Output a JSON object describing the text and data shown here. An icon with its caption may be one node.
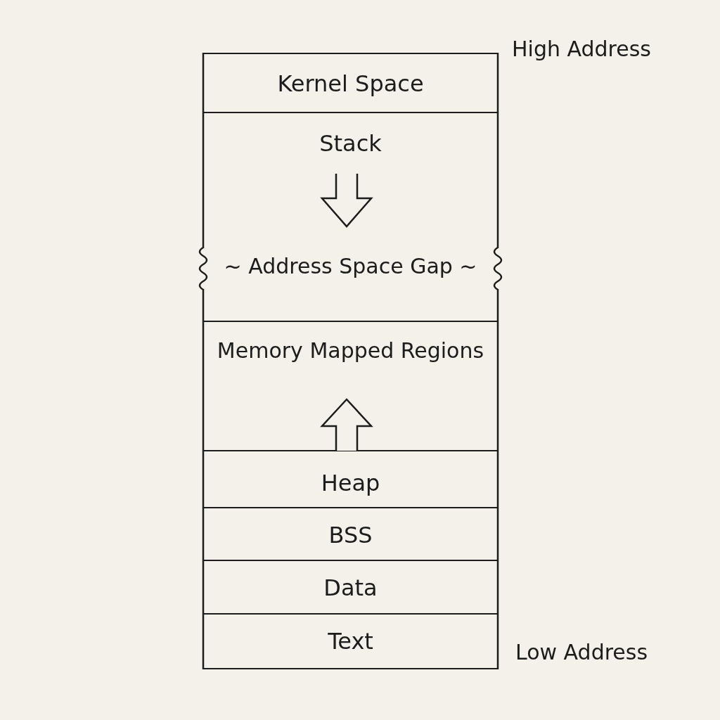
{
  "diagram": {
    "nodes": [
      {
        "text": [
          "Kernel Space"
        ]
      },
      {
        "text": [
          "Stack"
        ]
      },
      {
        "text": [
          "~ Address Space Gap ~"
        ]
      },
      {
        "text": [
          "Memory Mapped Regions"
        ]
      },
      {
        "text": [
          "Heap"
        ]
      },
      {
        "text": [
          "BSS"
        ]
      },
      {
        "text": [
          "Data"
        ]
      },
      {
        "text": [
          "Text"
        ]
      }
    ],
    "edges": [
      {
        "from": 4,
        "to": 3,
        "arrow": "to"
      }
    ],
    "labels": [
      "High Address",
      "Low Address"
    ]
  }
}
